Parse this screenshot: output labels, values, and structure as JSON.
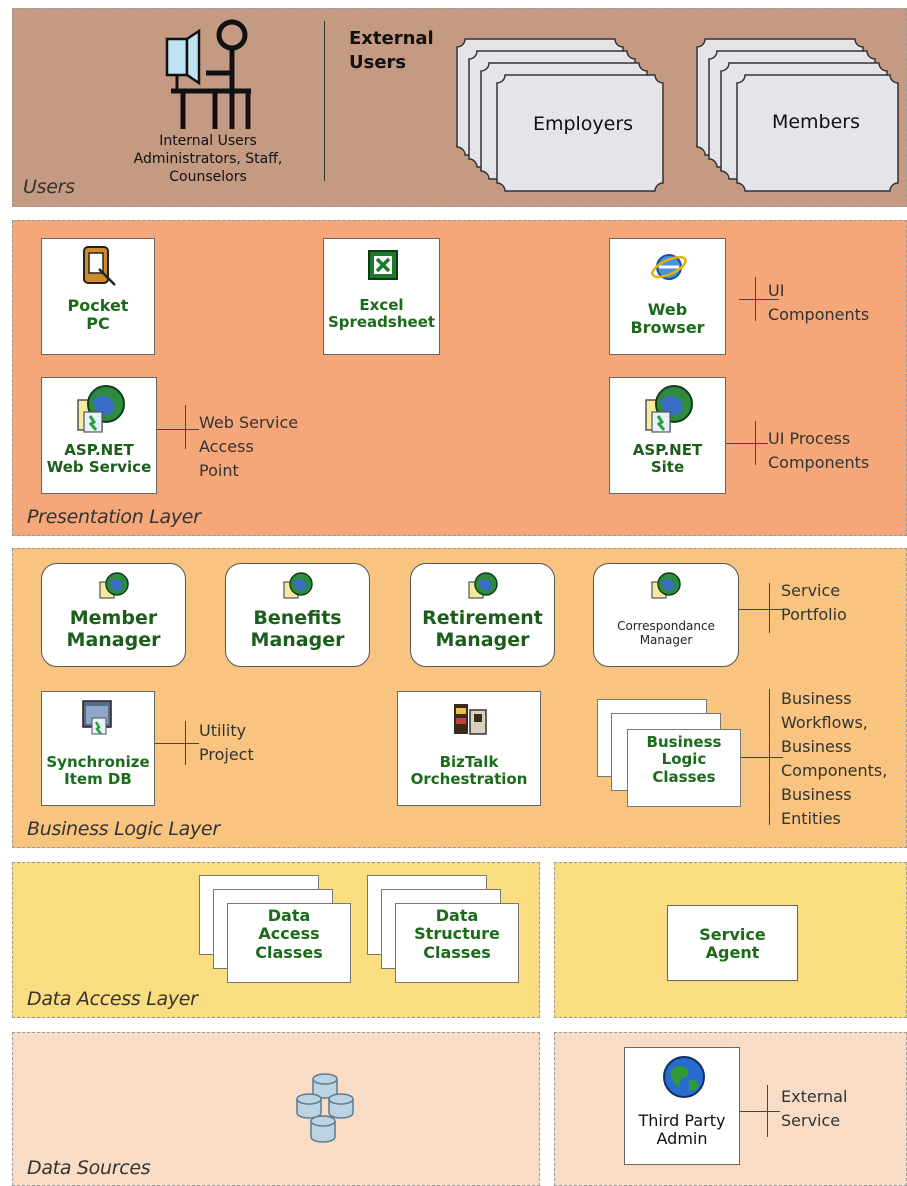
{
  "layers": {
    "users": "Users",
    "presentation": "Presentation Layer",
    "business": "Business Logic Layer",
    "data_access": "Data Access Layer",
    "data_sources": "Data Sources"
  },
  "users": {
    "internal": "Internal Users\nAdministrators, Staff,\nCounselors",
    "external": "External\nUsers",
    "employers": "Employers",
    "members": "Members"
  },
  "presentation": {
    "pocket_pc": "Pocket\nPC",
    "excel": "Excel\nSpreadsheet",
    "web_browser": "Web\nBrowser",
    "ui_components": "UI\nComponents",
    "asp_ws": "ASP.NET\nWeb Service",
    "ws_access": "Web Service\nAccess\nPoint",
    "asp_site": "ASP.NET\nSite",
    "ui_process": "UI Process\nComponents"
  },
  "business": {
    "member_mgr": "Member\nManager",
    "benefits_mgr": "Benefits\nManager",
    "retirement_mgr": "Retirement\nManager",
    "corr_mgr": "Correspondance\nManager",
    "service_portfolio": "Service\nPortfolio",
    "sync_db": "Synchronize\nItem DB",
    "utility": "Utility\nProject",
    "biztalk": "BizTalk\nOrchestration",
    "blc": "Business\nLogic\nClasses",
    "blc_note": "Business\nWorkflows,\nBusiness\nComponents,\nBusiness\nEntities"
  },
  "data_access": {
    "dac": "Data\nAccess\nClasses",
    "dsc": "Data\nStructure\nClasses",
    "service_agent": "Service\nAgent"
  },
  "data_sources": {
    "third_party": "Third Party\nAdmin",
    "external_service": "External\nService"
  },
  "colors": {
    "users_bg": "#c49a83",
    "presentation_bg": "#f6a779",
    "business_bg": "#f8c47f",
    "data_access_bg": "#f9dd80",
    "data_sources_bg": "#f8dcc6"
  }
}
